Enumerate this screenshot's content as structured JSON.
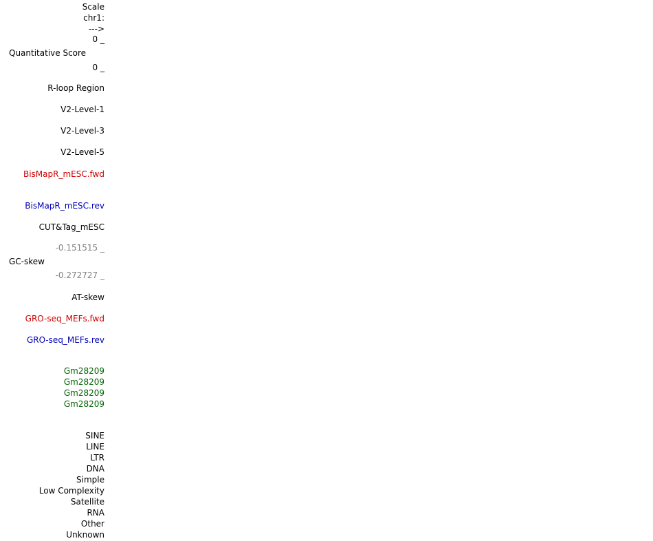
{
  "colors": {
    "black": "#000000",
    "red": "#cc0000",
    "blue": "#0000b4",
    "gray": "#808080",
    "green": "#006400"
  },
  "header": {
    "scale": "Scale",
    "chrom": "chr1:",
    "strand_arrow": "--->"
  },
  "tracks": {
    "quant_upper": "0 _",
    "quant_name": "Quantitative Score",
    "quant_lower": "0 _",
    "rloop_region": "R-loop Region",
    "v2_level_1": "V2-Level-1",
    "v2_level_3": "V2-Level-3",
    "v2_level_5": "V2-Level-5",
    "bismap_fwd": "BisMapR_mESC.fwd",
    "bismap_rev": "BisMapR_mESC.rev",
    "cuttag": "CUT&Tag_mESC",
    "gc_upper": "-0.151515 _",
    "gc_name": "GC-skew",
    "gc_lower": "-0.272727 _",
    "at_skew": "AT-skew",
    "groseq_fwd": "GRO-seq_MEFs.fwd",
    "groseq_rev": "GRO-seq_MEFs.rev"
  },
  "genes": [
    "Gm28209",
    "Gm28209",
    "Gm28209",
    "Gm28209"
  ],
  "repeat_classes": [
    "SINE",
    "LINE",
    "LTR",
    "DNA",
    "Simple",
    "Low Complexity",
    "Satellite",
    "RNA",
    "Other",
    "Unknown"
  ]
}
